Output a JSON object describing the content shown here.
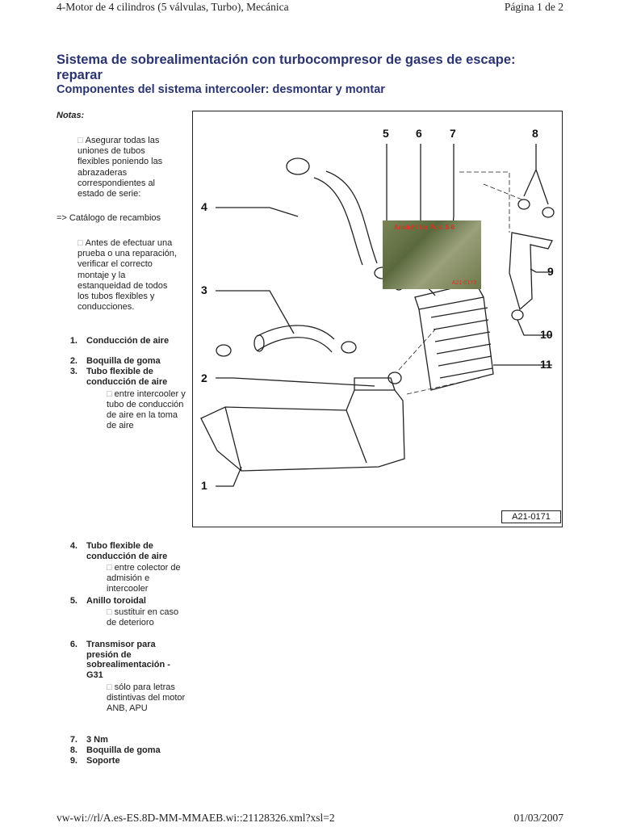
{
  "header": {
    "left": "4-Motor de 4 cilindros (5 válvulas, Turbo), Mecánica",
    "right": "Página 1 de 2"
  },
  "title": "Sistema de sobrealimentación con turbocompresor de gases de escape: reparar",
  "subtitle": "Componentes del sistema intercooler: desmontar y montar",
  "notes_label": "Notas:",
  "notes": [
    "Asegurar todas las uniones de tubos flexibles poniendo las abrazaderas correspondientes al estado de serie:",
    "Antes de efectuar una prueba o una reparación, verificar el correcto montaje y la estanqueidad de todos los tubos flexibles y conducciones."
  ],
  "catalog_link": "=> Catálogo de recambios",
  "bullet": "□",
  "items": [
    {
      "n": "1.",
      "label": "Conducción de aire"
    },
    {
      "n": "2.",
      "label": "Boquilla de goma"
    },
    {
      "n": "3.",
      "label": "Tubo flexible de conducción de aire",
      "sub": "entre intercooler y tubo de conducción de aire en la toma de aire"
    },
    {
      "n": "4.",
      "label": "Tubo flexible de conducción de aire",
      "sub": "entre colector de admisión e intercooler"
    },
    {
      "n": "5.",
      "label": "Anillo toroidal",
      "sub": "sustituir en caso de deterioro"
    },
    {
      "n": "6.",
      "label": "Transmisor para presión de sobrealimentación -G31",
      "sub": "sólo para letras distintivas del motor ANB, APU"
    },
    {
      "n": "7.",
      "label": "3 Nm"
    },
    {
      "n": "8.",
      "label": "Boquilla de goma"
    },
    {
      "n": "9.",
      "label": "Soporte"
    }
  ],
  "figure": {
    "ref": "A21-0171",
    "callouts": [
      "1",
      "2",
      "3",
      "4",
      "5",
      "6",
      "7",
      "8",
      "9",
      "10",
      "11"
    ],
    "photo_label": "Ansicht für Pos. 5-6",
    "photo_ref": "A21-0173"
  },
  "footer": {
    "left": "vw-wi://rl/A.es-ES.8D-MM-MMAEB.wi::21128326.xml?xsl=2",
    "right": "01/03/2007"
  }
}
